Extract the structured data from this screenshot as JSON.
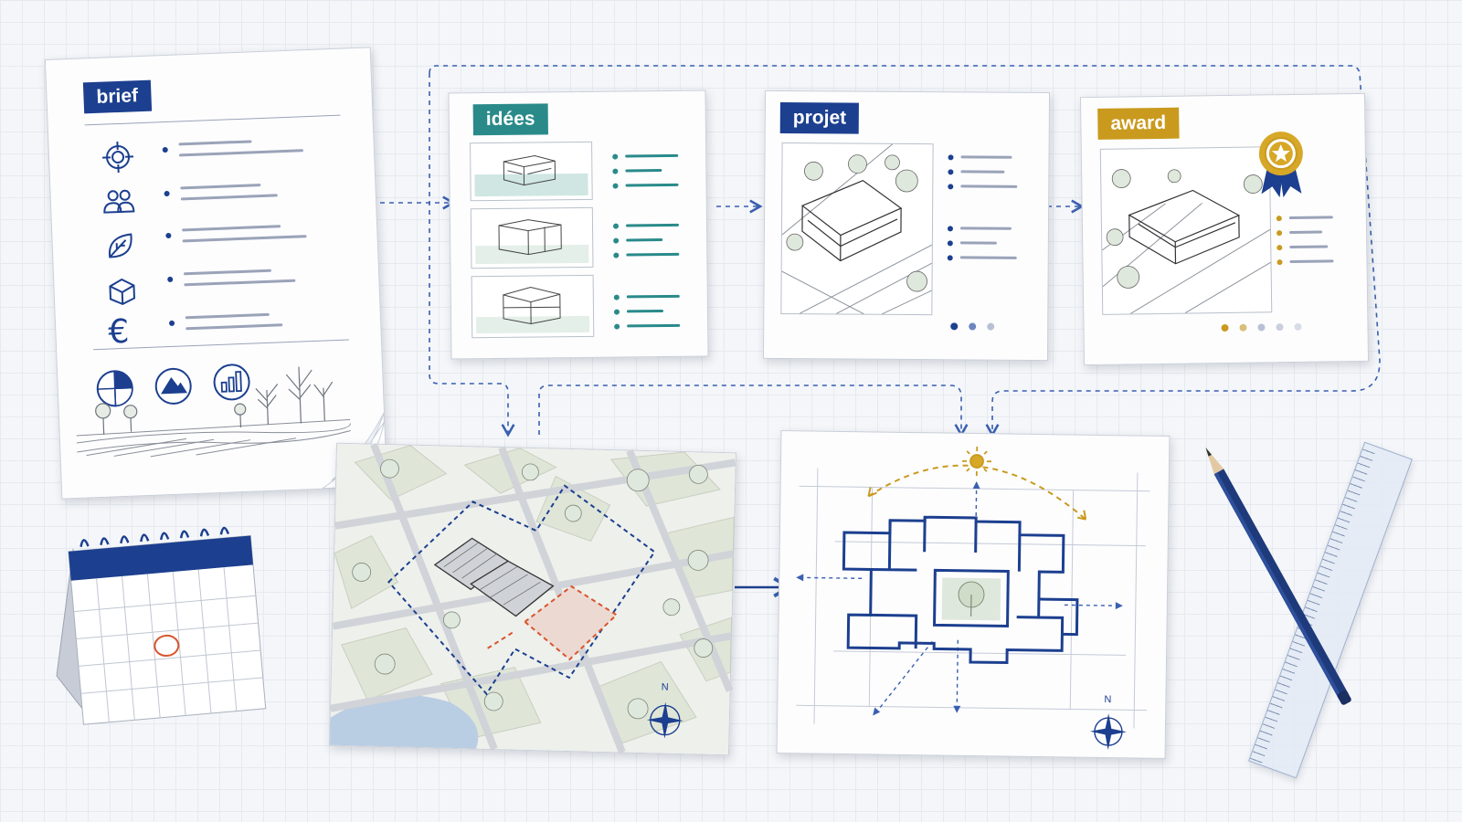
{
  "cards": {
    "brief": {
      "label": "brief",
      "color": "#1c3f8f"
    },
    "idees": {
      "label": "idées",
      "color": "#2a8a8a"
    },
    "projet": {
      "label": "projet",
      "color": "#1c3f8f"
    },
    "award": {
      "label": "award",
      "color": "#c99a1e"
    }
  },
  "brief_icons": [
    "target-icon",
    "people-icon",
    "leaf-icon",
    "cube-icon",
    "euro-icon"
  ],
  "brief_charts": [
    "pie-chart-icon",
    "mountain-chart-icon",
    "bar-chart-icon"
  ],
  "brief_euro_symbol": "€",
  "compass_letter": "N",
  "colors": {
    "navy": "#1c3f8f",
    "teal": "#2a8a8a",
    "gold": "#c99a1e",
    "red": "#d9552b",
    "line": "#9aa3b8",
    "arrow": "#3a5fb0"
  }
}
